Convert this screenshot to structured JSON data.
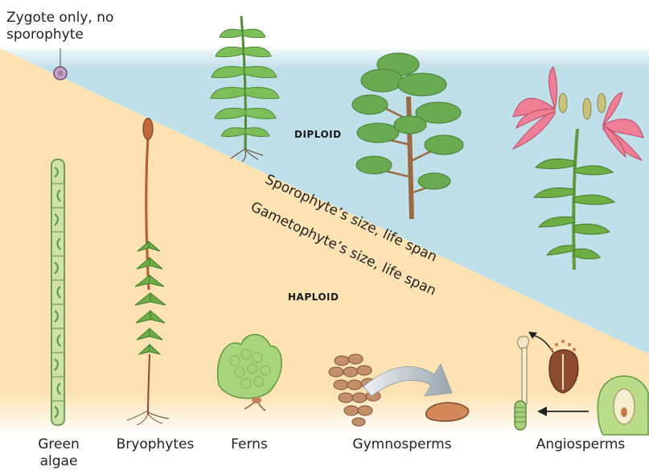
{
  "annotation": "Zygote only, no sporophyte",
  "regions": {
    "diploid": "DIPLOID",
    "haploid": "HAPLOID"
  },
  "axes": {
    "sporophyte": "Sporophyte’s size, life span",
    "gametophyte": "Gametophyte’s size, life span"
  },
  "groups": [
    {
      "label": "Green algae"
    },
    {
      "label": "Bryophytes"
    },
    {
      "label": "Ferns"
    },
    {
      "label": "Gymnosperms"
    },
    {
      "label": "Angiosperms"
    }
  ],
  "colors": {
    "diploid_bg": "#bfe0e8",
    "haploid_bg": "#fde3b3",
    "leaf_green": "#5fa84a",
    "moss_stalk": "#b85a32",
    "lily_pink": "#ef7f97"
  }
}
